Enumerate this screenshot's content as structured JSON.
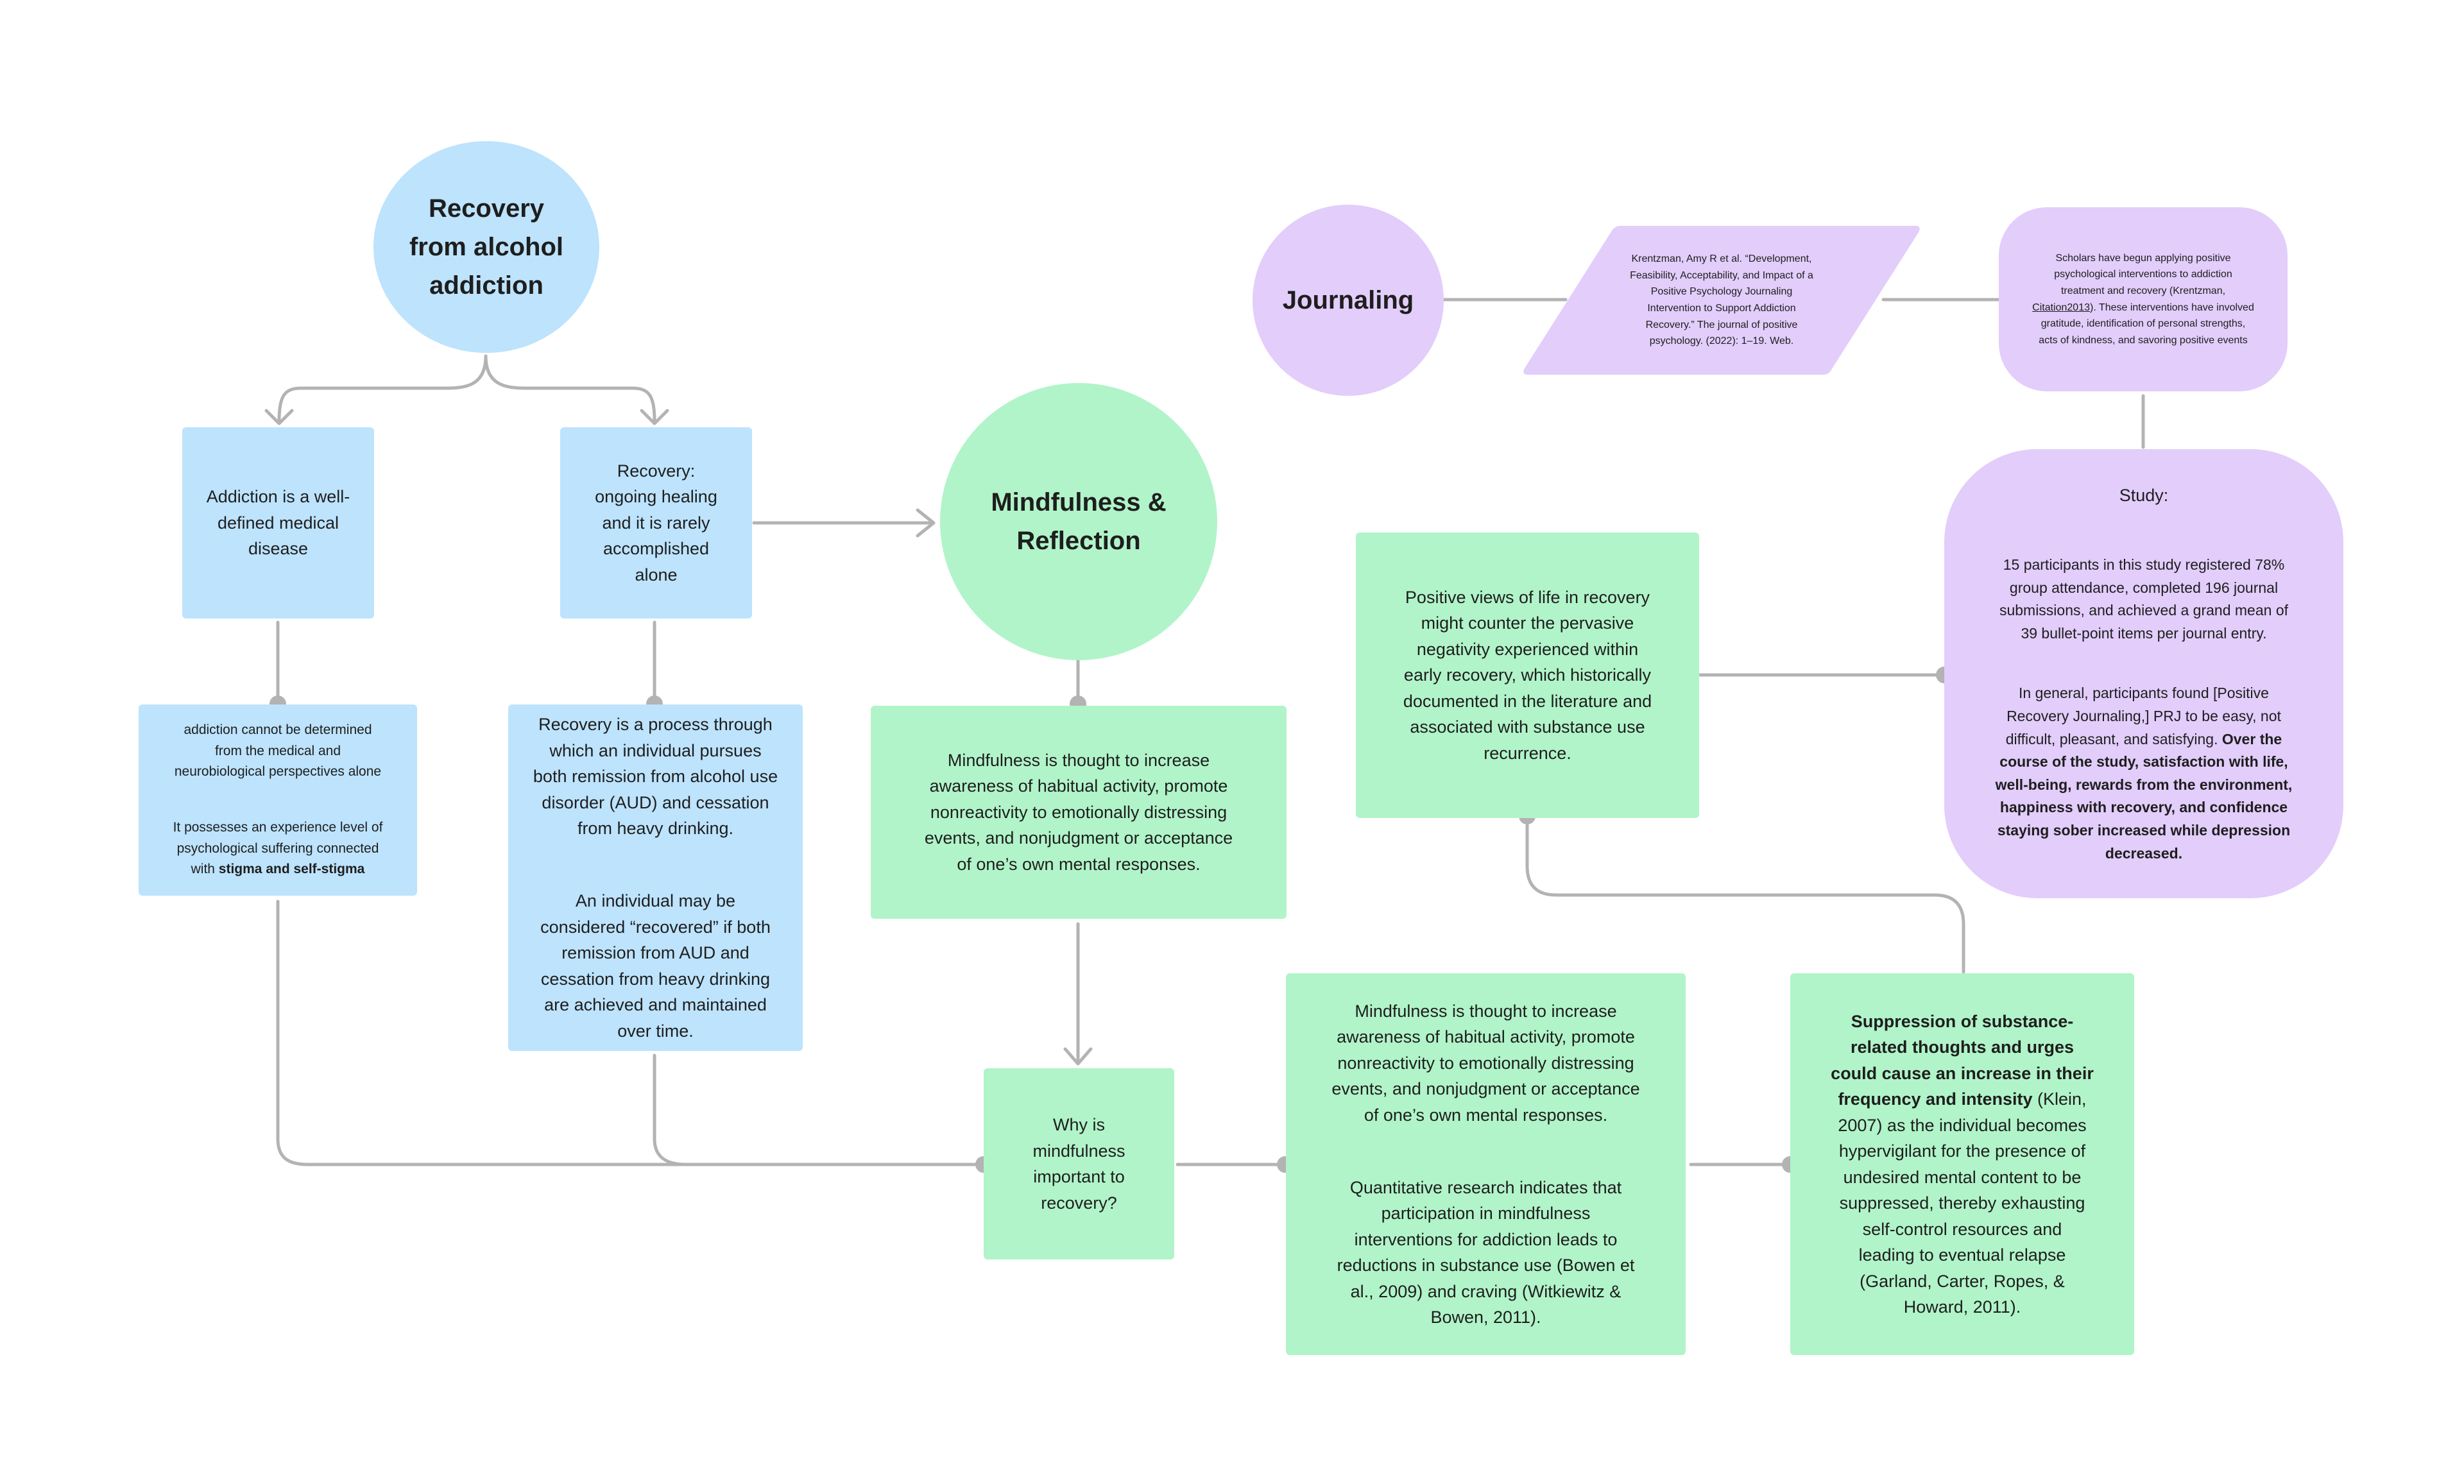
{
  "colors": {
    "blue": "#bde3fd",
    "green": "#b1f4c9",
    "purple": "#e2cdfb",
    "connector": "#b3b3b3"
  },
  "nodes": {
    "recovery_title": "Recovery\nfrom alcohol\naddiction",
    "addiction_disease": "Addiction is a well-\ndefined medical\ndisease",
    "recovery_healing": "Recovery:\nongoing healing\nand it is rarely\naccomplished\nalone",
    "mindfulness_title": "Mindfulness &\nReflection",
    "addiction_details": {
      "p1": "addiction cannot be determined\nfrom the medical and\nneurobiological perspectives alone",
      "p2_start": "It possesses an experience level of\npsychological suffering connected\nwith ",
      "p2_bold": "stigma and self-stigma"
    },
    "recovery_process": {
      "p1": "Recovery is a process through\nwhich an individual pursues\nboth remission from alcohol use\ndisorder (AUD) and cessation\nfrom heavy drinking.",
      "p2": "An individual may be\nconsidered “recovered” if both\nremission from AUD and\ncessation from heavy drinking\nare achieved and maintained\nover time."
    },
    "mindfulness_definition": "Mindfulness is thought to increase\nawareness of habitual activity, promote\nnonreactivity to emotionally distressing\nevents, and nonjudgment or acceptance\nof one’s own mental responses.",
    "why_mindfulness": "Why is\nmindfulness\nimportant to\nrecovery?",
    "mindfulness_research": {
      "p1": "Mindfulness is thought to increase\nawareness of habitual activity, promote\nnonreactivity to emotionally distressing\nevents, and nonjudgment or acceptance\nof one’s own mental responses.",
      "p2": "Quantitative research indicates that\nparticipation in mindfulness\ninterventions for addiction leads to\nreductions in substance use (Bowen et\nal., 2009) and craving (Witkiewitz &\nBowen, 2011)."
    },
    "suppression": {
      "bold": "Suppression of substance-\nrelated thoughts and urges\ncould cause an increase in their\nfrequency and intensity",
      "rest": " (Klein,\n2007) as the individual becomes\nhypervigilant for the presence of\nundesired mental content to be\nsuppressed, thereby exhausting\nself-control resources and\nleading to eventual relapse\n(Garland, Carter, Ropes, &\nHoward, 2011)."
    },
    "positive_views": "Positive views of life in recovery\nmight counter the pervasive\nnegativity experienced within\nearly recovery, which historically\ndocumented in the literature and\nassociated with substance use\nrecurrence.",
    "journaling_title": "Journaling",
    "citation": "Krentzman, Amy R et al. “Development,\nFeasibility, Acceptability, and Impact of a\nPositive Psychology Journaling\nIntervention to Support Addiction\nRecovery.” The journal of positive\npsychology. (2022): 1–19. Web.",
    "scholars": {
      "p1": "Scholars have begun applying positive\npsychological interventions to addiction\ntreatment and recovery (Krentzman,\n",
      "link": "Citation2013",
      "p2": "). These interventions have involved\ngratitude, identification of personal strengths,\nacts of kindness, and savoring positive events"
    },
    "study": {
      "heading": "Study:",
      "p1": "15 participants in this study registered 78%\ngroup attendance, completed 196 journal\nsubmissions, and achieved a grand mean of\n39 bullet-point items per journal entry.",
      "p2_start": "In general, participants found [Positive\nRecovery Journaling,] PRJ to be easy, not\ndifficult, pleasant, and satisfying. ",
      "p2_bold": "Over the\ncourse of the study, satisfaction with life,\nwell-being, rewards from the environment,\nhappiness with recovery, and confidence\nstaying sober increased while depression\ndecreased."
    }
  }
}
